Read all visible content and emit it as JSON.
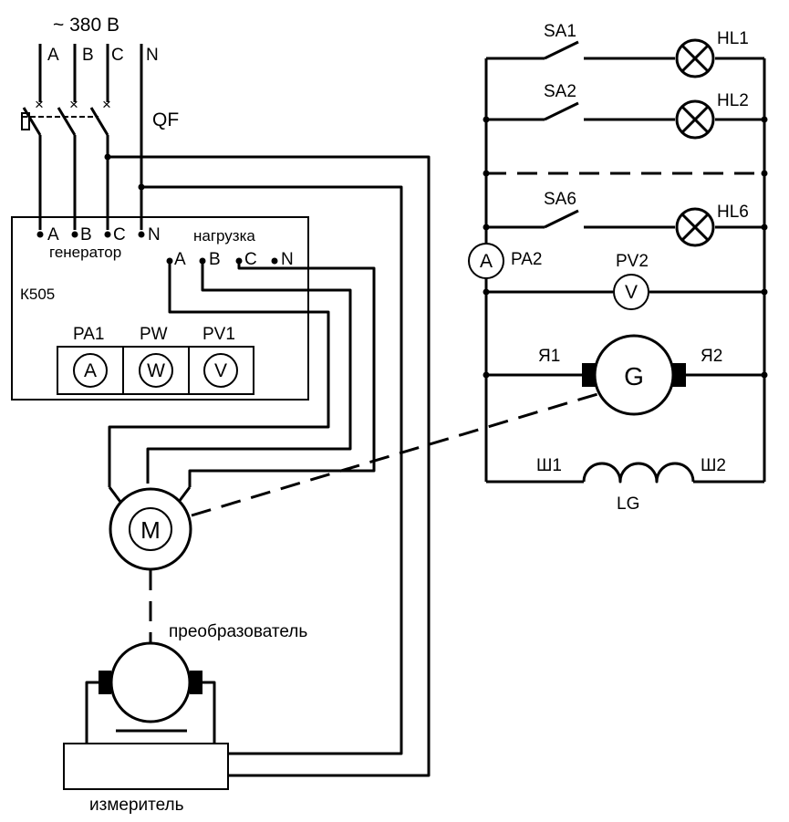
{
  "supply": {
    "voltage": "~ 380 В",
    "phases": [
      "A",
      "B",
      "C",
      "N"
    ],
    "breaker": "QF"
  },
  "stand": {
    "name": "К505",
    "generator_label": "генератор",
    "generator_terminals": [
      "A",
      "B",
      "C",
      "N"
    ],
    "load_label": "нагрузка",
    "load_terminals": [
      "A",
      "B",
      "C",
      "N"
    ],
    "meter_labels": [
      "PA1",
      "PW",
      "PV1"
    ],
    "meter_symbols": [
      "A",
      "W",
      "V"
    ]
  },
  "motor": {
    "symbol": "M"
  },
  "converter_label": "преобразователь",
  "meter_box_label": "измеритель",
  "dc_circuit": {
    "switches": [
      "SA1",
      "SA2",
      "SA6"
    ],
    "lamps": [
      "HL1",
      "HL2",
      "HL6"
    ],
    "ammeter": {
      "label": "PA2",
      "symbol": "A"
    },
    "voltmeter": {
      "label": "PV2",
      "symbol": "V"
    },
    "generator": {
      "symbol": "G",
      "left_terminal": "Я1",
      "right_terminal": "Я2"
    },
    "field_winding": {
      "label": "LG",
      "left_terminal": "Ш1",
      "right_terminal": "Ш2"
    }
  }
}
